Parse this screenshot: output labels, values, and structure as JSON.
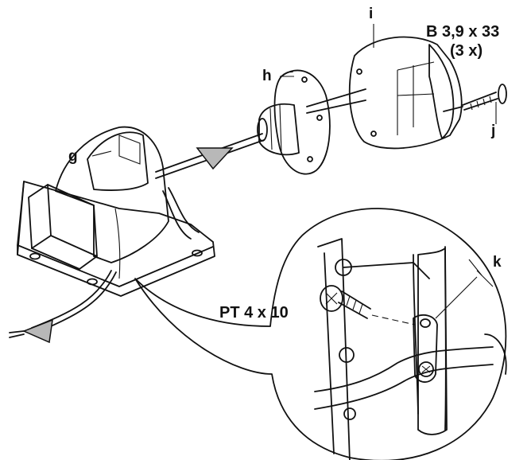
{
  "labels": {
    "g": "g",
    "h": "h",
    "i": "i",
    "j": "j",
    "k": "k",
    "screw_b": "B 3,9 x 33",
    "screw_b_qty": "(3 x)",
    "screw_pt": "PT 4 x 10"
  },
  "colors": {
    "line": "#111111",
    "shade": "#e6e6e6",
    "arrow": "#b8b8b8",
    "background": "#ffffff"
  }
}
